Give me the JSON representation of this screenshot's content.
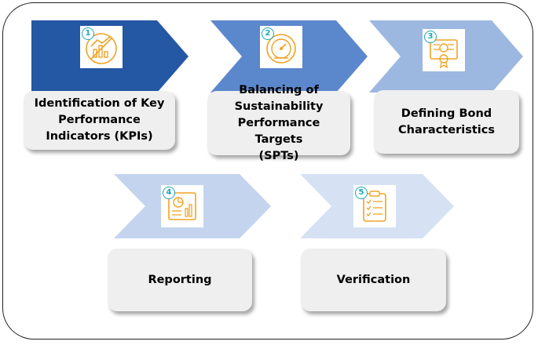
{
  "steps": [
    {
      "number": "1",
      "label": "Identification of Key\nPerformance\nIndicators (KPIs)",
      "icon": "kpi-chart-icon",
      "color": "#2457a4"
    },
    {
      "number": "2",
      "label": "Balancing of\nSustainability\nPerformance Targets\n(SPTs)",
      "icon": "gauge-icon",
      "color": "#5b87cc"
    },
    {
      "number": "3",
      "label": "Defining Bond\nCharacteristics",
      "icon": "bond-certificate-icon",
      "color": "#9db8e0"
    },
    {
      "number": "4",
      "label": "Reporting",
      "icon": "report-chart-icon",
      "color": "#c4d4ee"
    },
    {
      "number": "5",
      "label": "Verification",
      "icon": "checklist-icon",
      "color": "#d6e2f4"
    }
  ],
  "colors": {
    "icon_stroke": "#f0a324",
    "number_accent": "#1fa7b8"
  }
}
